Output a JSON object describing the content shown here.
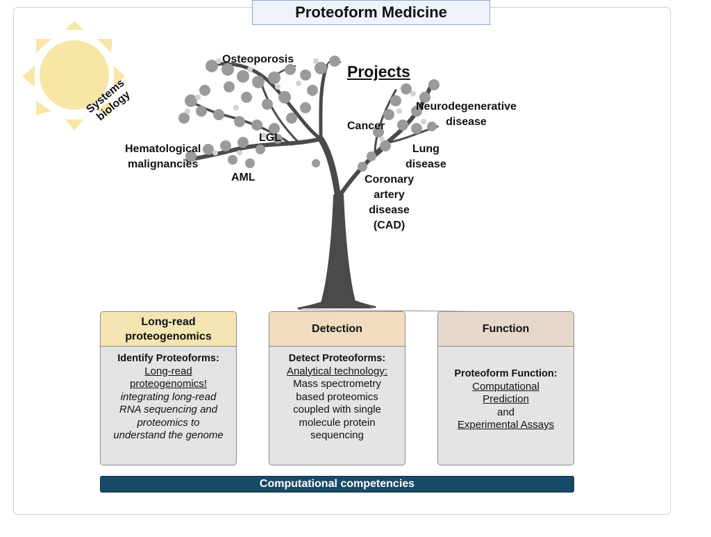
{
  "title": "Proteoform Medicine",
  "sun_label_line1": "Systems",
  "sun_label_line2": "biology",
  "projects_heading": "Projects",
  "projects": {
    "osteoporosis": "Osteoporosis",
    "hematological_line1": "Hematological",
    "hematological_line2": "malignancies",
    "lgl": "LGL",
    "aml": "AML",
    "cancer": "Cancer",
    "neuro_line1": "Neurodegenerative",
    "neuro_line2": "disease",
    "lung_line1": "Lung",
    "lung_line2": "disease",
    "cad_line1": "Coronary",
    "cad_line2": "artery",
    "cad_line3": "disease",
    "cad_line4": "(CAD)"
  },
  "boxes": [
    {
      "head_line1": "Long-read",
      "head_line2": "proteogenomics",
      "body_title": "Identify Proteoforms:",
      "underlined_line1": "Long-read",
      "underlined_line2": "proteogenomics!",
      "italic_lines": [
        "integrating long-read",
        "RNA sequencing and",
        "proteomics to",
        "understand the genome"
      ]
    },
    {
      "head": "Detection",
      "body_title": "Detect Proteoforms:",
      "underlined": "Analytical technology:",
      "plain_lines": [
        "Mass spectrometry",
        "based proteomics",
        "coupled with single",
        "molecule protein",
        "sequencing"
      ]
    },
    {
      "head": "Function",
      "body_title": "Proteoform Function:",
      "underlined_line1": "Computational",
      "underlined_line2": "Prediction",
      "middle": "and",
      "underlined_line3": "Experimental Assays"
    }
  ],
  "bottom_bar": "Computational competencies",
  "colors": {
    "sun": "#f8e6a6",
    "tree": "#4a4a4a",
    "bar": "#184a66",
    "box_body": "#e4e4e4",
    "head_1": "#f4e5b3",
    "head_2": "#f1dcbf",
    "head_3": "#e7d8cc"
  }
}
